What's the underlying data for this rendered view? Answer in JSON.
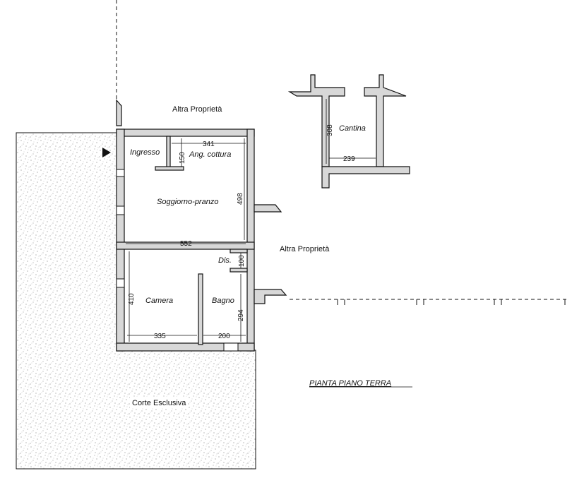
{
  "labels": {
    "altra_proprieta_top": "Altra Proprietà",
    "altra_proprieta_right": "Altra Proprietà",
    "corte_esclusiva": "Corte Esclusiva",
    "title": "PIANTA PIANO TERRA"
  },
  "rooms": {
    "ingresso": "Ingresso",
    "ang_cottura": "Ang. cottura",
    "soggiorno": "Soggiorno-pranzo",
    "dis": "Dis.",
    "camera": "Camera",
    "bagno": "Bagno",
    "cantina": "Cantina"
  },
  "dimensions": {
    "d341": "341",
    "d150": "150",
    "d498": "498",
    "d552": "552",
    "d100": "100",
    "d410": "410",
    "d294": "294",
    "d335": "335",
    "d200": "200",
    "d308": "308",
    "d239": "239"
  },
  "colors": {
    "wall": "#d8d8d8",
    "ink": "#111111"
  }
}
